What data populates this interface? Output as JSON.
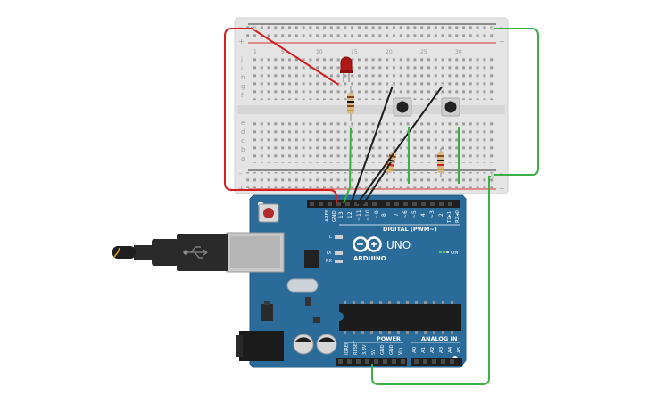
{
  "board": {
    "logo_text": "UNO",
    "brand": "ARDUINO",
    "digital_header": "DIGITAL (PWM~)",
    "power_header": "POWER",
    "analog_header": "ANALOG IN",
    "on_label": "ON",
    "led_labels": {
      "l": "L",
      "tx": "TX",
      "rx": "RX"
    },
    "digital_pins": [
      "AREF",
      "GND",
      "13",
      "12",
      "~11",
      "~10",
      "~9",
      "8",
      "7",
      "~6",
      "~5",
      "4",
      "~3",
      "2",
      "TX▸1",
      "RX◂0"
    ],
    "power_pins": [
      "IOREF",
      "RESET",
      "3.3V",
      "5V",
      "GND",
      "GND",
      "Vin"
    ],
    "analog_pins": [
      "A0",
      "A1",
      "A2",
      "A3",
      "A4",
      "A5"
    ]
  },
  "breadboard": {
    "row_letters_top": [
      "j",
      "i",
      "h",
      "g",
      "f"
    ],
    "row_letters_bottom": [
      "e",
      "d",
      "c",
      "b",
      "a"
    ],
    "column_numbers": [
      "1",
      "5",
      "10",
      "15",
      "20",
      "25",
      "30"
    ],
    "rail_plus": "+",
    "rail_minus": "-"
  },
  "colors": {
    "board": "#2b6b9a",
    "wire_red": "#d42020",
    "wire_green": "#3cb043",
    "wire_black": "#1e1e1e",
    "led": "#b01818"
  }
}
